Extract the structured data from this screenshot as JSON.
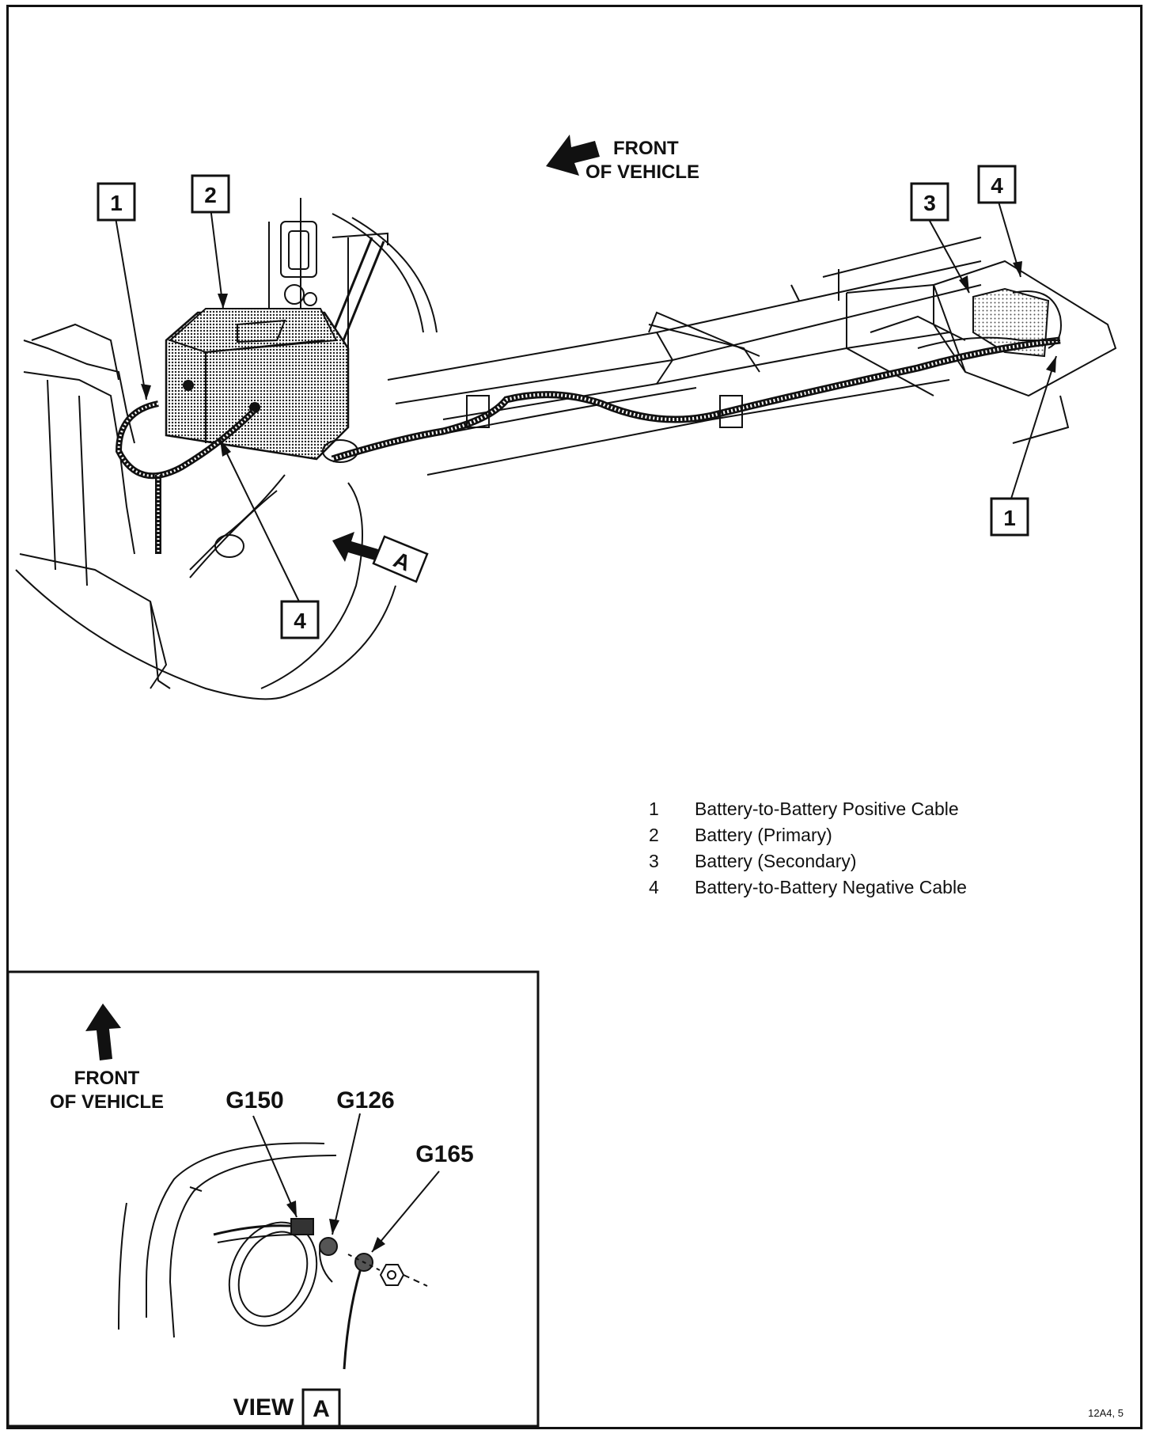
{
  "diagram": {
    "front_label_top": {
      "line1": "FRONT",
      "line2": "OF VEHICLE"
    },
    "callouts": [
      {
        "id": "1",
        "target": "positive-cable-primary"
      },
      {
        "id": "2",
        "target": "battery-primary"
      },
      {
        "id": "3",
        "target": "battery-secondary"
      },
      {
        "id": "4",
        "target": "negative-cable-secondary"
      },
      {
        "id": "1",
        "target": "positive-cable-secondary"
      },
      {
        "id": "4",
        "target": "negative-cable-primary"
      }
    ],
    "view_arrow_label": "A"
  },
  "legend": [
    {
      "num": "1",
      "text": "Battery-to-Battery Positive Cable"
    },
    {
      "num": "2",
      "text": "Battery (Primary)"
    },
    {
      "num": "3",
      "text": "Battery (Secondary)"
    },
    {
      "num": "4",
      "text": "Battery-to-Battery Negative Cable"
    }
  ],
  "inset": {
    "front_label": {
      "line1": "FRONT",
      "line2": "OF VEHICLE"
    },
    "ground_labels": [
      "G150",
      "G126",
      "G165"
    ],
    "view_label": "VIEW",
    "view_letter": "A"
  },
  "figure_id": "12A4, 5"
}
